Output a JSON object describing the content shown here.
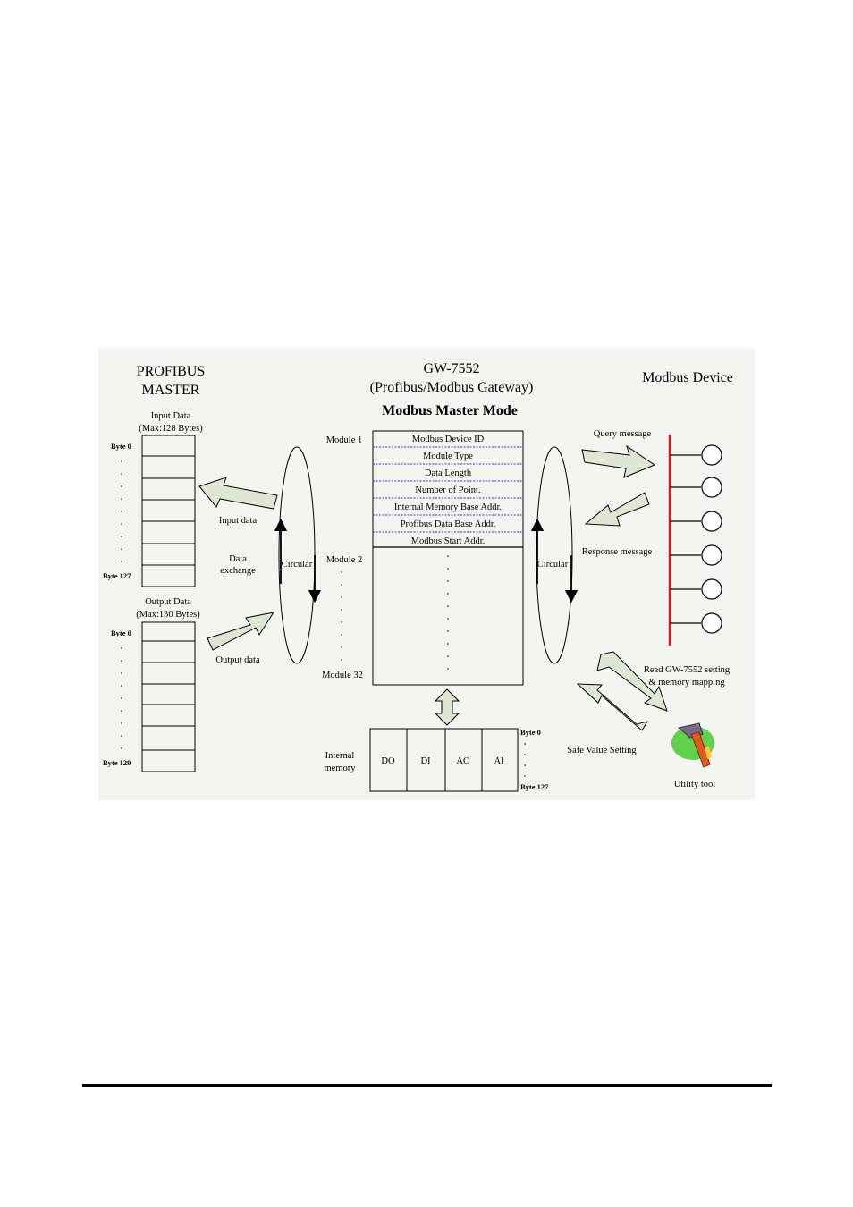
{
  "master": {
    "title_line1": "PROFIBUS",
    "title_line2": "MASTER",
    "input": {
      "title": "Input Data",
      "subtitle": "(Max:128 Bytes)",
      "first_byte": "Byte 0",
      "last_byte": "Byte 127"
    },
    "output": {
      "title": "Output Data",
      "subtitle": "(Max:130 Bytes)",
      "first_byte": "Byte 0",
      "last_byte": "Byte 129"
    }
  },
  "gateway": {
    "title": "GW-7552",
    "subtitle": "(Profibus/Modbus Gateway)",
    "mode": "Modbus Master Mode",
    "module_labels": {
      "first": "Module 1",
      "second": "Module 2",
      "last": "Module 32"
    },
    "module_fields": [
      "Modbus Device ID",
      "Module Type",
      "Data Length",
      "Number of Point.",
      "Internal Memory Base Addr.",
      "Profibus Data Base Addr.",
      "Modbus Start Addr."
    ]
  },
  "exchange": {
    "input_label": "Input data",
    "output_label": "Output data",
    "data_exchange_line1": "Data",
    "data_exchange_line2": "exchange",
    "circular_left": "Circular",
    "circular_right": "Circular"
  },
  "memory": {
    "label_line1": "Internal",
    "label_line2": "memory",
    "blocks": [
      "DO",
      "DI",
      "AO",
      "AI"
    ],
    "first_byte": "Byte 0",
    "last_byte": "Byte 127"
  },
  "device": {
    "title": "Modbus Device",
    "query": "Query message",
    "response": "Response message",
    "read_setting_line1": "Read GW-7552 setting",
    "read_setting_line2": "& memory mapping",
    "safe_value": "Safe Value Setting",
    "utility": "Utility tool"
  },
  "colors": {
    "arrow_fill": "#dfe6d4",
    "bus_line": "#e01b1b",
    "field_divider": "#1f3fd8",
    "tool_blob": "#5fd14a"
  }
}
